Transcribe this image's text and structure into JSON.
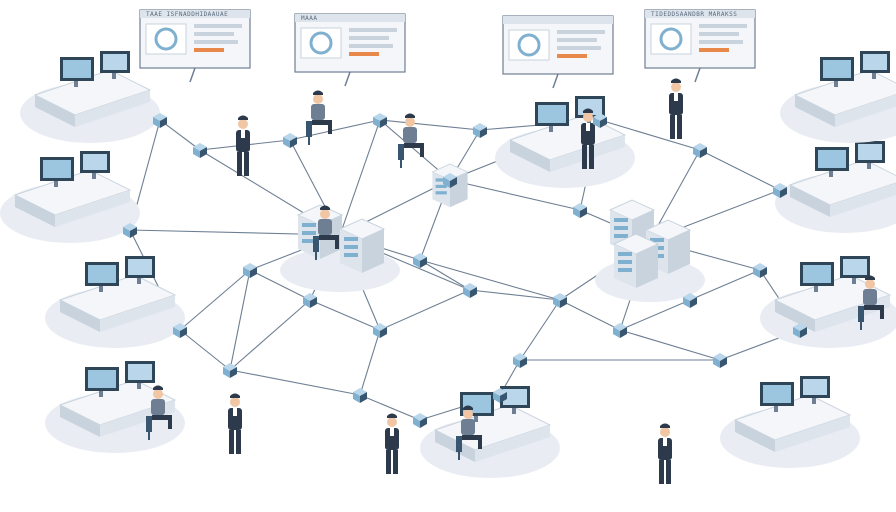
{
  "palette": {
    "background": "#ffffff",
    "floor": "#e9edf3",
    "link": "#6e7f93",
    "node_fill": "#7fb0cf",
    "node_dark": "#38566f",
    "desk": "#f4f6f9",
    "desk_side": "#c9d3de",
    "screen": "#2f4659",
    "screen_glow": "#9cc6e0",
    "suit": "#2c3a4b",
    "accent": "#e8894b",
    "skin": "#f0c6a4"
  },
  "signboards": [
    {
      "text": "TAAE ISFNADDHIDAAUAE",
      "icon": "dashboard-board"
    },
    {
      "text": "MAAA",
      "icon": "analytics-board"
    },
    {
      "text": "",
      "icon": "document-board"
    },
    {
      "text": "TIDEDDSAANDBR MARAKSS",
      "icon": "chart-board"
    }
  ],
  "icons": {
    "workstation": "computer-desk-icon",
    "person_standing": "person-standing-icon",
    "person_seated": "person-seated-icon",
    "server": "server-rack-icon",
    "node": "network-node-icon"
  }
}
